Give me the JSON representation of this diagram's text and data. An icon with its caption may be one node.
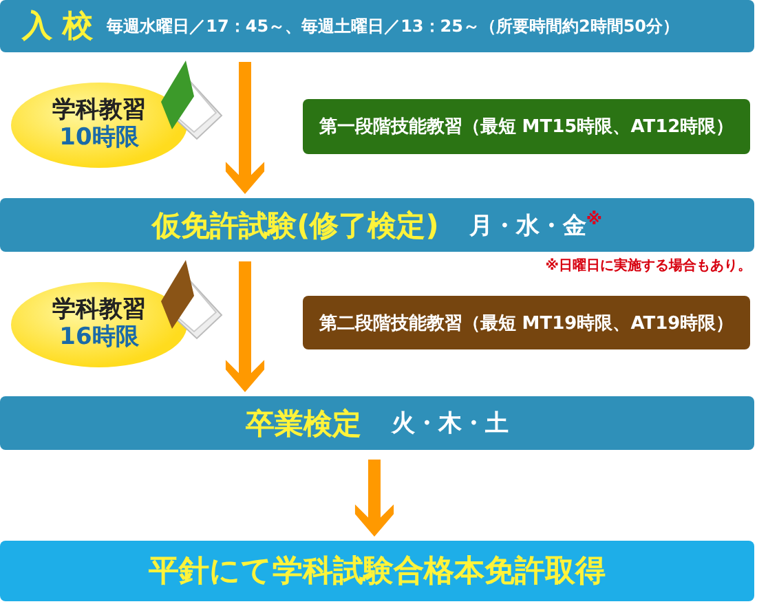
{
  "diagram": {
    "nodes": [
      {
        "text": [
          "入 校",
          "毎週水曜日／17：45～、毎週土曜日／13：25～（所要時間約2時間50分）"
        ]
      },
      {
        "text": [
          "学科教習",
          "10時限"
        ]
      },
      {
        "text": [
          "第一段階技能教習（最短 MT15時限、AT12時限）"
        ]
      },
      {
        "text": [
          "仮免許試験(修了検定)",
          "月・水・金$^{※}$"
        ]
      },
      {
        "text": [
          "学科教習",
          "16時限"
        ]
      },
      {
        "text": [
          "第二段階技能教習（最短 MT19時限、AT19時限）"
        ]
      },
      {
        "text": [
          "卒業検定",
          "火・木・土"
        ]
      },
      {
        "text": [
          "平針にて学科試験合格本免許取得"
        ]
      }
    ],
    "edges": [
      {
        "from": 0,
        "to": 3,
        "arrow": "to"
      },
      {
        "from": 3,
        "to": 6,
        "arrow": "to"
      },
      {
        "from": 6,
        "to": 7,
        "arrow": "to"
      }
    ],
    "labels": [
      "※日曜日に実施する場合もあり。"
    ]
  }
}
